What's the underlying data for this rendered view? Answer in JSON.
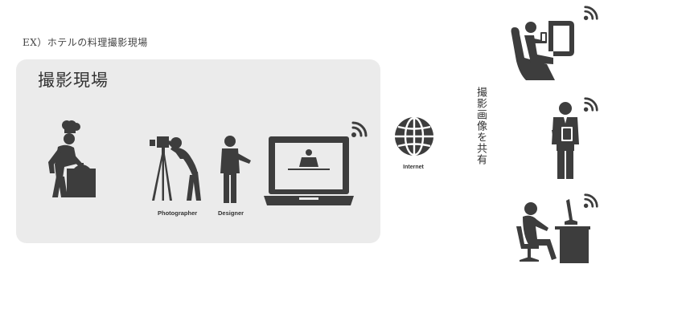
{
  "caption": "EX）ホテルの料理撮影現場",
  "site": {
    "title": "撮影現場",
    "roles": [
      "Photographer",
      "Designer"
    ]
  },
  "network": {
    "label": "Internet"
  },
  "share_text": "撮影画像を共有",
  "icons": [
    "chef-icon",
    "photographer-icon",
    "designer-icon",
    "laptop-icon",
    "globe-icon",
    "airplane-passenger-icon",
    "business-person-icon",
    "office-worker-icon",
    "wifi-icon"
  ],
  "colors": {
    "icon": "#3d3d3d",
    "panel": "#ebebeb"
  }
}
